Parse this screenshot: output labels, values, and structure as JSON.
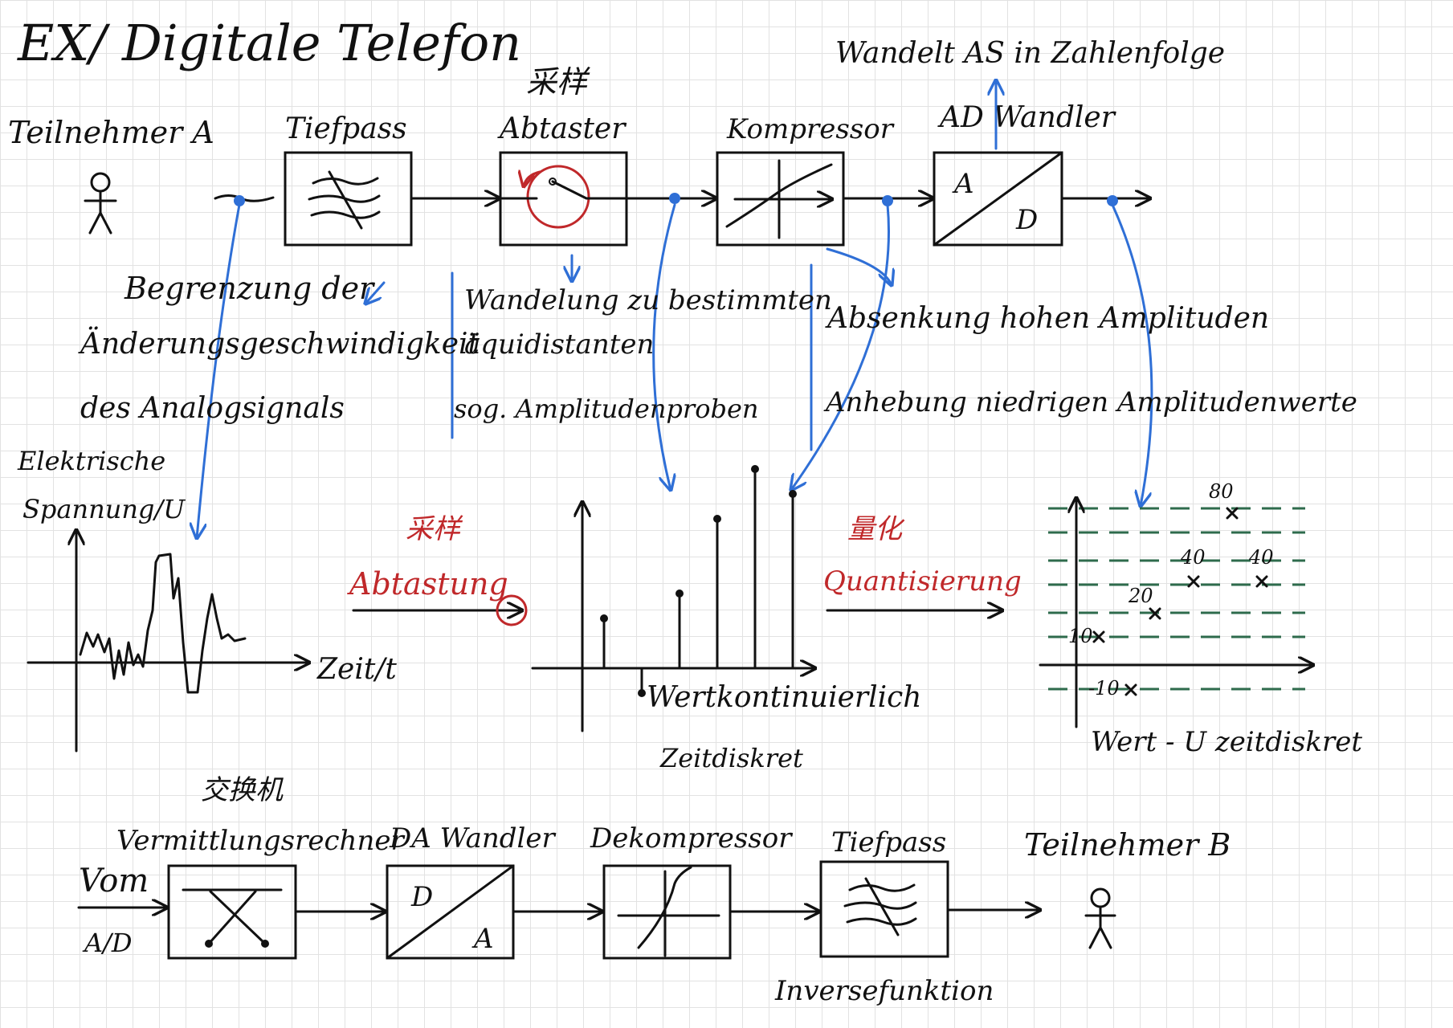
{
  "title": "EX/ Digitale Telefon",
  "top_chain": {
    "subscriber_a": "Teilnehmer A",
    "lowpass": "Tiefpass",
    "sampler_cn": "采样",
    "sampler": "Abtaster",
    "compressor": "Kompressor",
    "ad_converter": "AD Wandler",
    "ad_box_a": "A",
    "ad_box_d": "D",
    "ad_note": "Wandelt AS in Zahlenfolge"
  },
  "notes": {
    "lowpass_1": "Begrenzung der",
    "lowpass_2": "Änderungsgeschwindigkeit",
    "lowpass_3": "des Analogsignals",
    "sampler_1": "Wandelung zu bestimmten",
    "sampler_2": "äquidistanten",
    "sampler_3": "sog. Amplitudenproben",
    "compressor_1": "Absenkung hohen Amplituden",
    "compressor_2": "Anhebung niedrigen Amplitudenwerte"
  },
  "graphs": {
    "signal_ylabel_1": "Elektrische",
    "signal_ylabel_2": "Spannung/U",
    "signal_xlabel": "Zeit/t",
    "sampling_cn": "采样",
    "sampling": "Abtastung",
    "samples_label_1": "Wertkontinuierlich",
    "samples_label_2": "Zeitdiskret",
    "quantization_cn": "量化",
    "quantization": "Quantisierung",
    "quant_label": "Wert - U zeitdiskret",
    "levels": [
      "80",
      "40",
      "40",
      "20",
      "10",
      "-10"
    ]
  },
  "bottom_chain": {
    "from_label_1": "Vom",
    "from_label_2": "A/D",
    "switch_cn": "交换机",
    "switch": "Vermittlungsrechner",
    "da_converter": "DA Wandler",
    "da_box_d": "D",
    "da_box_a": "A",
    "decompressor": "Dekompressor",
    "lowpass": "Tiefpass",
    "inverse": "Inversefunktion",
    "subscriber_b": "Teilnehmer B"
  },
  "colors": {
    "ink": "#111111",
    "blue": "#2f6fd6",
    "red": "#c0282a",
    "green": "#2e6b4c"
  },
  "chart_data": [
    {
      "type": "line",
      "title": "",
      "ylabel": "Elektrische Spannung/U",
      "xlabel": "Zeit/t"
    },
    {
      "type": "scatter",
      "title": "",
      "xlabel": "Wertkontinuierlich Zeitdiskret",
      "values": [
        2,
        -1,
        3,
        6,
        8,
        7
      ]
    },
    {
      "type": "scatter",
      "title": "",
      "xlabel": "Wert - U zeitdiskret",
      "levels": [
        -10,
        10,
        20,
        40,
        40,
        80
      ]
    }
  ]
}
